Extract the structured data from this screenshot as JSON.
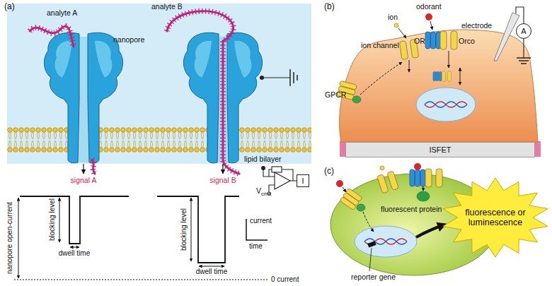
{
  "diagram": {
    "nodes": [
      {
        "text": [
          "I"
        ]
      },
      {
        "text": [
          "A"
        ]
      },
      {
        "text": [
          "ISFET"
        ]
      },
      {
        "text": [
          "fluorescence or luminescence"
        ]
      }
    ],
    "labels": [
      "(a)",
      "analyte A",
      "analyte B",
      "nanopore",
      "lipid bilayer",
      "V",
      "cmd",
      "signal A",
      "signal B",
      "nanopore open-current",
      "blocking level",
      "dwell time",
      "blocking level",
      "dwell time",
      "current",
      "time",
      "0 current",
      "(b)",
      "odorant",
      "ion",
      "OR",
      "Orco",
      "electrode",
      "GPCR",
      "ion channel",
      "(c)",
      "fluorescent protein",
      "reporter gene"
    ]
  }
}
